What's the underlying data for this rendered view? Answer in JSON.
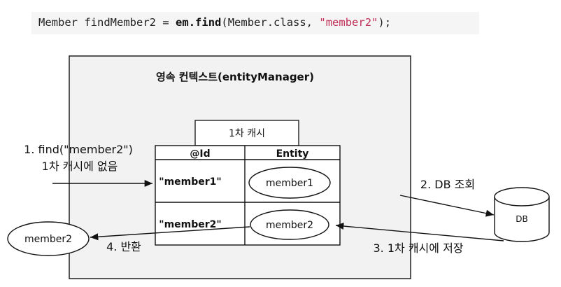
{
  "code": {
    "type_name": "Member",
    "var_name": "findMember2",
    "equals": "=",
    "call": "em.find",
    "open_paren": "(",
    "class_arg": "Member.class,",
    "string_arg": "\"member2\"",
    "close": ");"
  },
  "context": {
    "title": "영속 컨텍스트(entityManager)",
    "cache_tab_label": "1차 캐시",
    "table": {
      "headers": [
        "@Id",
        "Entity"
      ],
      "rows": [
        {
          "id": "\"member1\"",
          "entity": "member1"
        },
        {
          "id": "\"member2\"",
          "entity": "member2"
        }
      ]
    }
  },
  "steps": {
    "step1_line1": "1. find(\"member2\")",
    "step1_line2": "1차 캐시에 없음",
    "step2": "2. DB 조회",
    "step3": "3. 1차 캐시에 저장",
    "step4": "4. 반환"
  },
  "db_label": "DB",
  "returned_entity": "member2"
}
